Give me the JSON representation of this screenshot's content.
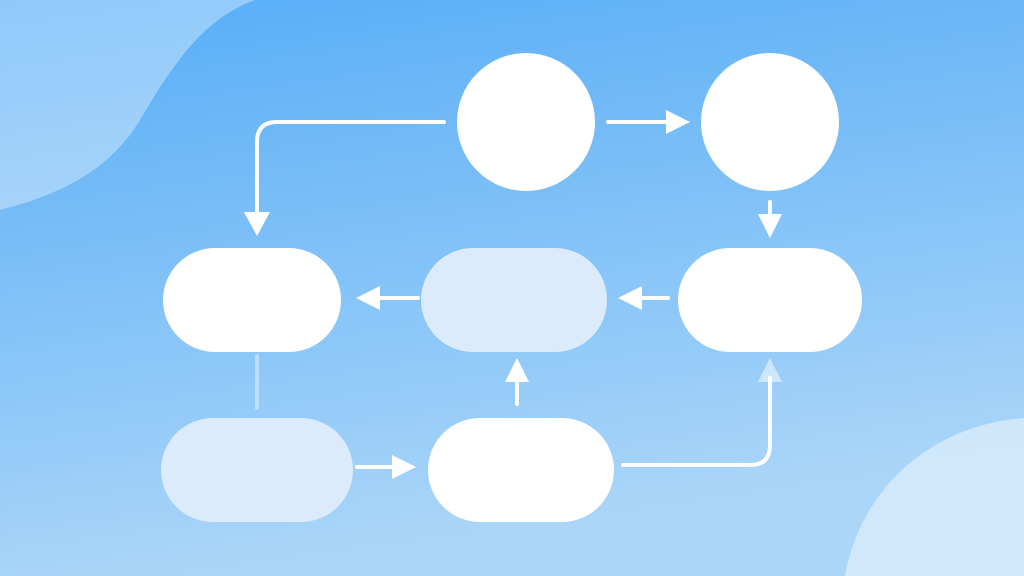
{
  "colors": {
    "background_top": "#56adf7",
    "background_bottom": "#acd6f8",
    "node_solid": "#ffffff",
    "node_faded": "#dcebfb",
    "connector": "#ffffff"
  },
  "nodes": [
    {
      "id": "circle-top-left",
      "shape": "circle",
      "style": "solid"
    },
    {
      "id": "circle-top-right",
      "shape": "circle",
      "style": "solid"
    },
    {
      "id": "pill-middle-left",
      "shape": "pill",
      "style": "solid"
    },
    {
      "id": "pill-middle-center",
      "shape": "pill",
      "style": "faded"
    },
    {
      "id": "pill-middle-right",
      "shape": "pill",
      "style": "solid"
    },
    {
      "id": "pill-bottom-left",
      "shape": "pill",
      "style": "faded"
    },
    {
      "id": "pill-bottom-center",
      "shape": "pill",
      "style": "solid"
    }
  ],
  "edges": [
    {
      "from": "circle-top-left",
      "to": "pill-middle-left"
    },
    {
      "from": "circle-top-left",
      "to": "circle-top-right"
    },
    {
      "from": "circle-top-right",
      "to": "pill-middle-right"
    },
    {
      "from": "pill-middle-right",
      "to": "pill-middle-center"
    },
    {
      "from": "pill-middle-center",
      "to": "pill-middle-left"
    },
    {
      "from": "pill-middle-left",
      "to": "pill-bottom-left",
      "arrow": false
    },
    {
      "from": "pill-bottom-left",
      "to": "pill-bottom-center"
    },
    {
      "from": "pill-bottom-center",
      "to": "pill-middle-center"
    },
    {
      "from": "pill-bottom-center",
      "to": "pill-middle-right"
    }
  ]
}
